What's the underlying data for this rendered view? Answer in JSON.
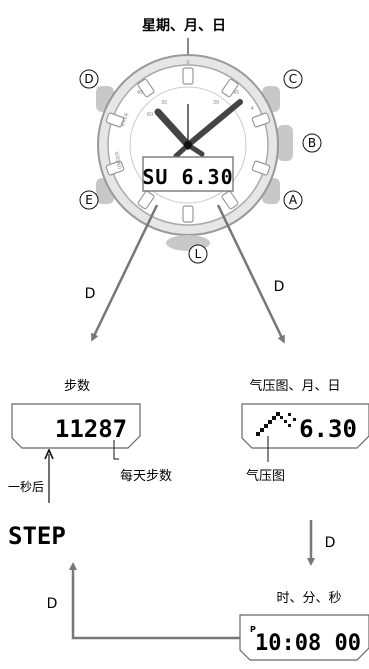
{
  "title": "星期、月、日",
  "buttons": {
    "a": "A",
    "b": "B",
    "c": "C",
    "d": "D",
    "e": "E",
    "l": "L"
  },
  "watch": {
    "display": "SU 6.30",
    "bezel": {
      "top": "0",
      "n45": "45",
      "n30": "30",
      "n60": "60",
      "over": "OVER",
      "under": "UNDER",
      "r30": "30",
      "r45": "45",
      "r4": "4"
    }
  },
  "arrow_labels": {
    "left": "D",
    "right": "D",
    "down": "D",
    "return": "D"
  },
  "step_panel": {
    "heading": "步数",
    "value": "11287",
    "callout": "每天步数"
  },
  "barometer_panel": {
    "heading": "气压图、月、日",
    "value": "6.30",
    "callout": "气压图"
  },
  "one_second_label": "一秒后",
  "step_title": "STEP",
  "time_panel": {
    "heading": "时、分、秒",
    "pm": "P",
    "value": "10:08 00"
  }
}
